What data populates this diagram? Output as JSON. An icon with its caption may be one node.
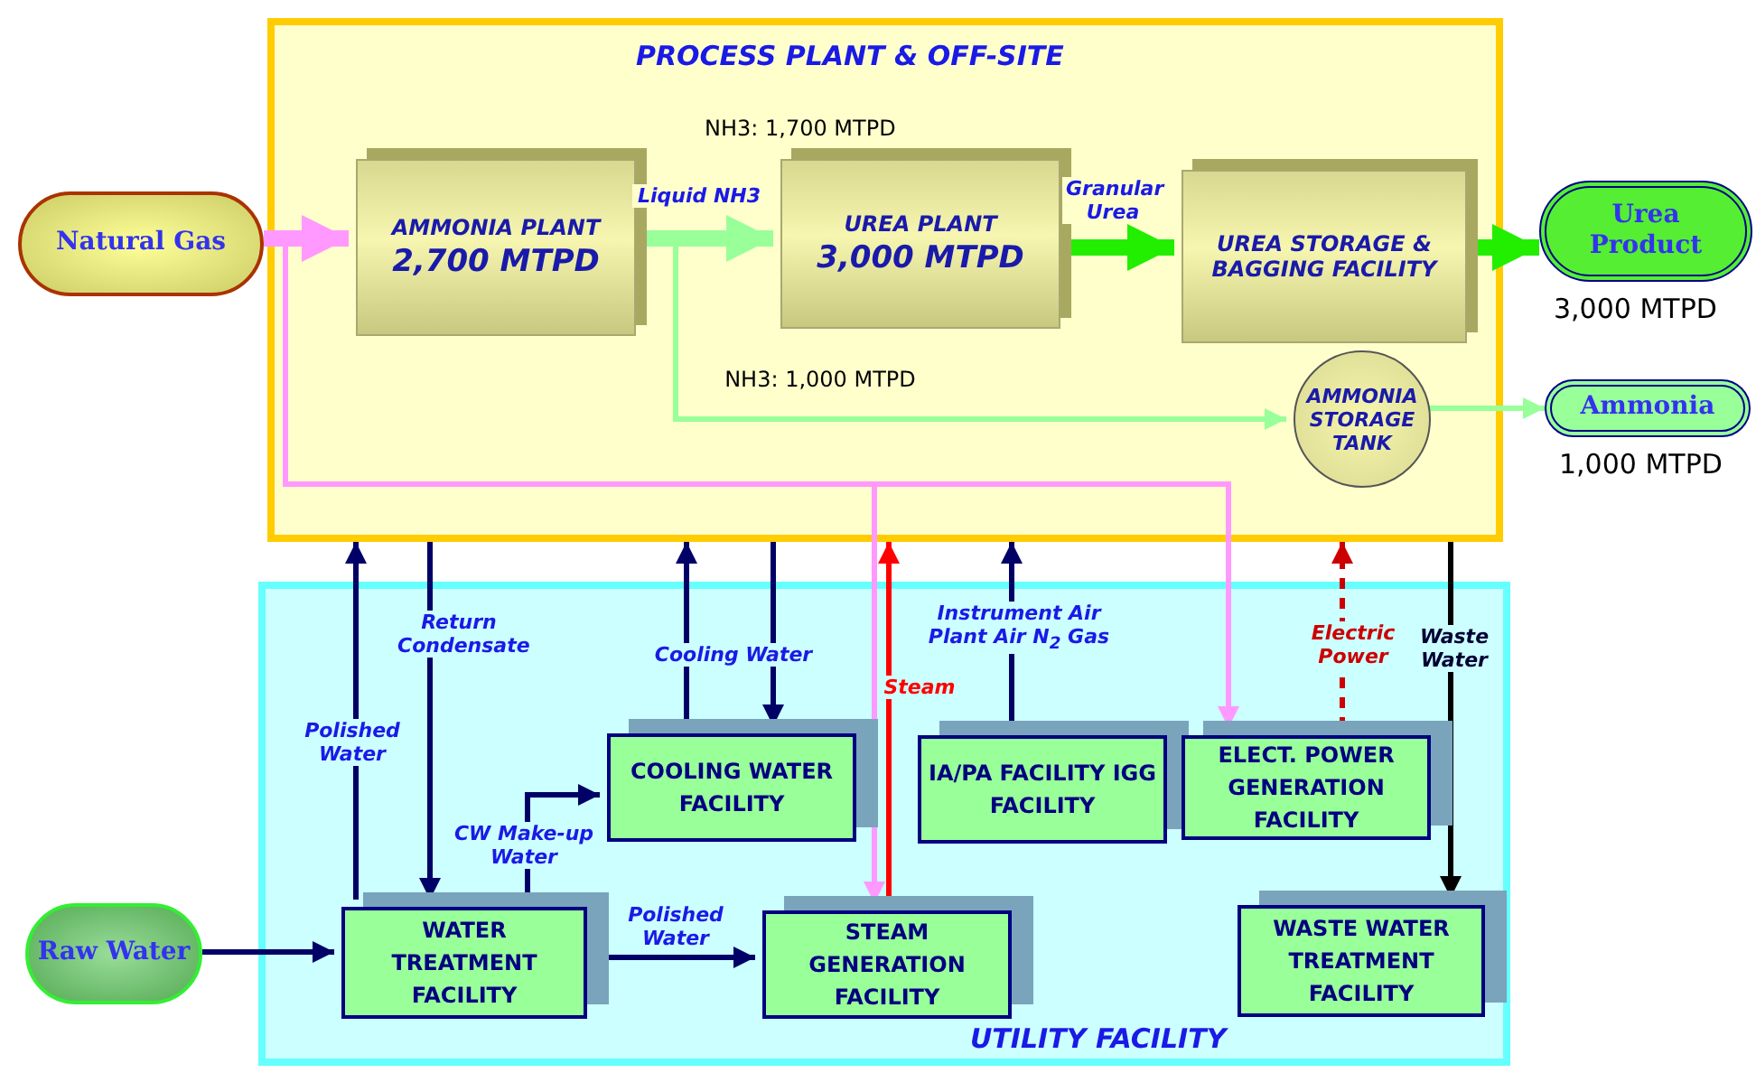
{
  "diagram": {
    "nodes": [
      {
        "text": [
          "PROCESS PLANT & OFF-SITE"
        ]
      },
      {
        "text": [
          "Natural Gas"
        ]
      },
      {
        "text": [
          "AMMONIA PLANT",
          "2,700 MTPD"
        ],
        "in": 0
      },
      {
        "text": [
          "UREA PLANT",
          "3,000 MTPD"
        ],
        "in": 0
      },
      {
        "text": [
          "UREA STORAGE & BAGGING FACILITY"
        ],
        "in": 0
      },
      {
        "text": [
          "AMMONIA STORAGE TANK"
        ],
        "in": 0
      },
      {
        "text": [
          "Urea Product"
        ],
        "beside": [
          "3,000 MTPD"
        ]
      },
      {
        "text": [
          "Ammonia"
        ],
        "beside": [
          "1,000 MTPD"
        ]
      },
      {
        "text": [
          "UTILITY FACILITY"
        ]
      },
      {
        "text": [
          "Raw Water"
        ]
      },
      {
        "text": [
          "WATER TREATMENT FACILITY"
        ],
        "in": 8
      },
      {
        "text": [
          "COOLING WATER FACILITY"
        ],
        "in": 8
      },
      {
        "text": [
          "STEAM GENERATION FACILITY"
        ],
        "in": 8
      },
      {
        "text": [
          "IA/PA FACILITY IGG FACILITY"
        ],
        "in": 8
      },
      {
        "text": [
          "ELECT. POWER GENERATION FACILITY"
        ],
        "in": 8
      },
      {
        "text": [
          "WASTE WATER TREATMENT FACILITY"
        ],
        "in": 8
      }
    ],
    "edges": [
      {
        "from": 1,
        "to": 2,
        "arrow": "to",
        "style": "thick",
        "color": "#ff99ff"
      },
      {
        "from": 1,
        "to": 12,
        "arrow": "to",
        "color": "#ff99ff"
      },
      {
        "from": 1,
        "to": 14,
        "arrow": "to",
        "color": "#ff99ff"
      },
      {
        "from": 2,
        "to": 3,
        "arrow": "to",
        "label": "Liquid NH3",
        "style": "thick",
        "color": "#99ff99"
      },
      {
        "from": 2,
        "to": 5,
        "arrow": "to",
        "label": "NH3: 1,000 MTPD",
        "color": "#99ff99"
      },
      {
        "from": 3,
        "to": 4,
        "arrow": "to",
        "label": "Granular Urea",
        "style": "thick",
        "color": "#22ee00"
      },
      {
        "from": 4,
        "to": 6,
        "arrow": "to",
        "style": "thick",
        "color": "#22ee00"
      },
      {
        "from": 5,
        "to": 7,
        "arrow": "to",
        "color": "#99ff99"
      },
      {
        "from": 9,
        "to": 10,
        "arrow": "to"
      },
      {
        "from": 10,
        "to": 0,
        "arrow": "to",
        "label": "Polished Water"
      },
      {
        "from": 0,
        "to": 10,
        "arrow": "to",
        "label": "Return Condensate"
      },
      {
        "from": 10,
        "to": 11,
        "arrow": "to",
        "label": "CW Make-up Water"
      },
      {
        "from": 10,
        "to": 12,
        "arrow": "to",
        "label": "Polished Water"
      },
      {
        "from": 11,
        "to": 0,
        "arrow": "to",
        "label": "Cooling Water"
      },
      {
        "from": 0,
        "to": 11,
        "arrow": "to"
      },
      {
        "from": 12,
        "to": 0,
        "arrow": "to",
        "label": "Steam",
        "color": "#ff0000"
      },
      {
        "from": 13,
        "to": 0,
        "arrow": "to",
        "label": "Instrument Air Plant Air N$_{2}$ Gas"
      },
      {
        "from": 14,
        "to": 0,
        "arrow": "to",
        "label": "Electric Power",
        "style": "dashed",
        "color": "#cc0000"
      },
      {
        "from": 0,
        "to": 15,
        "arrow": "to",
        "label": "Waste Water",
        "color": "#000000"
      }
    ],
    "labels": [
      "NH3: 1,700 MTPD"
    ]
  }
}
